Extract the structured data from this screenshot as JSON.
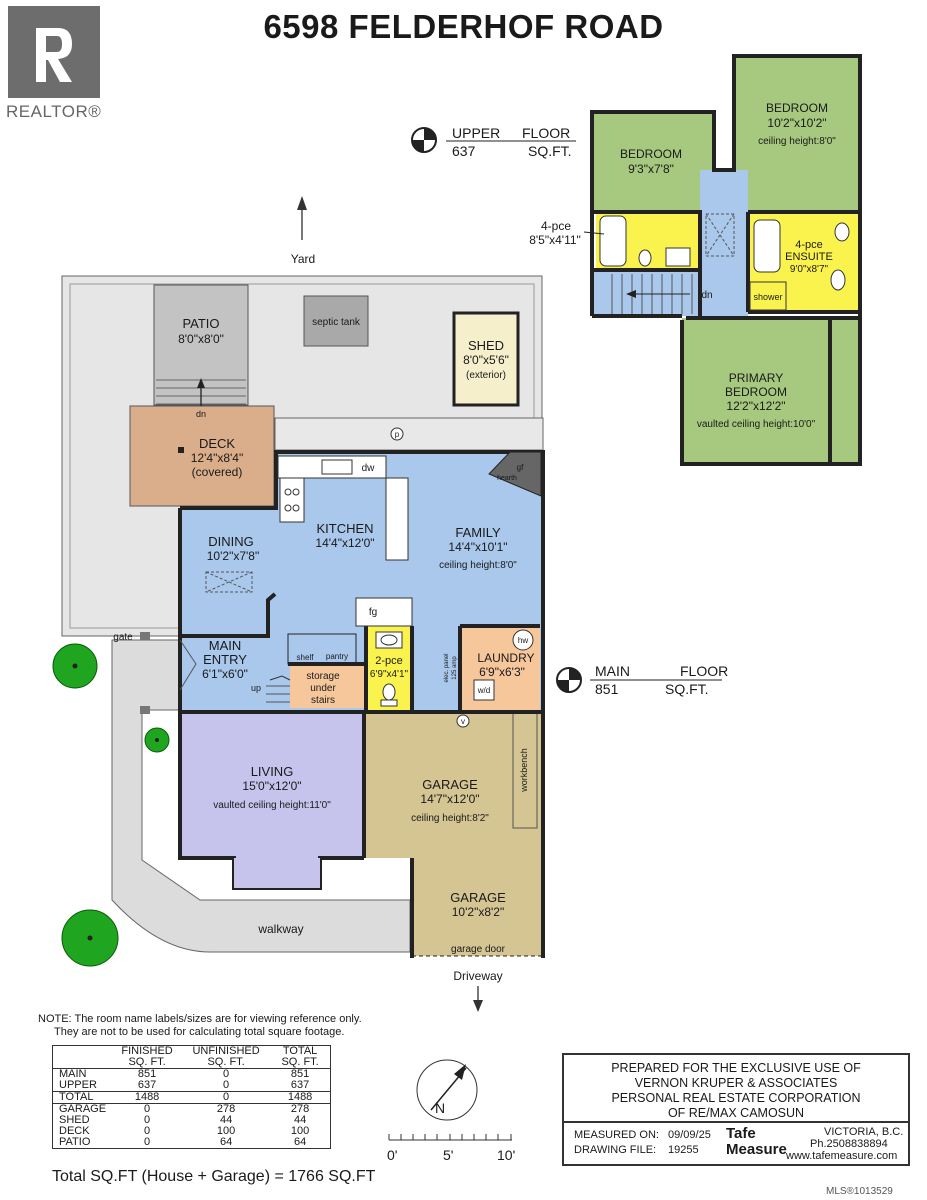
{
  "title": "6598 FELDERHOF ROAD",
  "brand": {
    "logo_text": "REALTOR®"
  },
  "upper_floor": {
    "label_left": "UPPER",
    "label_right": "FLOOR",
    "sqft_value": "637",
    "sqft_unit": "SQ.FT."
  },
  "main_floor": {
    "label_left": "MAIN",
    "label_right": "FLOOR",
    "sqft_value": "851",
    "sqft_unit": "SQ.FT."
  },
  "site": {
    "yard": "Yard",
    "driveway": "Driveway",
    "walkway": "walkway",
    "gate": "gate",
    "septic": "septic tank"
  },
  "rooms": {
    "patio": {
      "name": "PATIO",
      "dim": "8'0\"x8'0\""
    },
    "shed": {
      "name": "SHED",
      "dim": "8'0\"x5'6\"",
      "note": "(exterior)"
    },
    "deck": {
      "name": "DECK",
      "dim": "12'4\"x8'4\"",
      "note": "(covered)"
    },
    "dining": {
      "name": "DINING",
      "dim": "10'2\"x7'8\""
    },
    "kitchen": {
      "name": "KITCHEN",
      "dim": "14'4\"x12'0\""
    },
    "family": {
      "name": "FAMILY",
      "dim": "14'4\"x10'1\"",
      "ceiling": "ceiling height:8'0\""
    },
    "main_entry": {
      "name1": "MAIN",
      "name2": "ENTRY",
      "dim": "6'1\"x6'0\""
    },
    "storage": {
      "l1": "storage",
      "l2": "under",
      "l3": "stairs"
    },
    "bath2": {
      "name": "2-pce",
      "dim": "6'9\"x4'1\""
    },
    "laundry": {
      "name": "LAUNDRY",
      "dim": "6'9\"x6'3\""
    },
    "living": {
      "name": "LIVING",
      "dim": "15'0\"x12'0\"",
      "ceiling": "vaulted ceiling height:11'0\""
    },
    "garage1": {
      "name": "GARAGE",
      "dim": "14'7\"x12'0\"",
      "ceiling": "ceiling height:8'2\""
    },
    "garage2": {
      "name": "GARAGE",
      "dim": "10'2\"x8'2\"",
      "door": "garage door"
    },
    "bedroom_a": {
      "name": "BEDROOM",
      "dim": "9'3\"x7'8\""
    },
    "bedroom_b": {
      "name": "BEDROOM",
      "dim": "10'2\"x10'2\"",
      "ceiling": "ceiling height:8'0\""
    },
    "bath4": {
      "name": "4-pce",
      "dim": "8'5\"x4'11\""
    },
    "ensuite": {
      "name1": "4-pce",
      "name2": "ENSUITE",
      "dim": "9'0\"x8'7\"",
      "shower": "shower"
    },
    "primary": {
      "name1": "PRIMARY",
      "name2": "BEDROOM",
      "dim": "12'2\"x12'2\"",
      "ceiling": "vaulted ceiling height:10'0\""
    }
  },
  "fixtures": {
    "dw": "dw",
    "fg": "fg",
    "shelf": "shelf",
    "pantry": "pantry",
    "up": "up",
    "dn": "dn",
    "hw": "hw",
    "wd": "w/d",
    "v": "v",
    "p": "p",
    "gf": "gf",
    "hearth": "hearth",
    "elec1": "elec. panel",
    "elec2": "125 amp",
    "workbench": "workbench"
  },
  "note": {
    "line1": "NOTE: The room name labels/sizes are for viewing reference only.",
    "line2": "They are not to be used for calculating total square footage."
  },
  "sqft_table": {
    "headers": [
      [
        "",
        "FINISHED",
        "UNFINISHED",
        "TOTAL"
      ],
      [
        "",
        "SQ. FT.",
        "SQ. FT.",
        "SQ. FT."
      ]
    ],
    "rows": [
      [
        "MAIN",
        "851",
        "0",
        "851"
      ],
      [
        "UPPER",
        "637",
        "0",
        "637"
      ],
      [
        "TOTAL",
        "1488",
        "0",
        "1488"
      ],
      [
        "GARAGE",
        "0",
        "278",
        "278"
      ],
      [
        "SHED",
        "0",
        "44",
        "44"
      ],
      [
        "DECK",
        "0",
        "100",
        "100"
      ],
      [
        "PATIO",
        "0",
        "64",
        "64"
      ]
    ]
  },
  "total_line": "Total SQ.FT (House + Garage) = 1766 SQ.FT",
  "scale": {
    "s0": "0'",
    "s5": "5'",
    "s10": "10'"
  },
  "compass": {
    "n": "N"
  },
  "prepared": {
    "l1": "PREPARED FOR THE EXCLUSIVE USE OF",
    "l2": "VERNON KRUPER & ASSOCIATES",
    "l3": "PERSONAL REAL ESTATE CORPORATION",
    "l4": "OF RE/MAX CAMOSUN"
  },
  "measured": {
    "label": "MEASURED ON:",
    "value": "09/09/25",
    "file_label": "DRAWING FILE:",
    "file_value": "19255"
  },
  "company": {
    "name1": "Tafe",
    "name2": "Measure",
    "city": "VICTORIA, B.C.",
    "phone": "Ph.2508838894",
    "web": "www.tafemeasure.com"
  },
  "mls": "MLS®1013529",
  "colors": {
    "green": "#a6c97f",
    "blue": "#a9c8ec",
    "purple": "#c6c4ec",
    "tan": "#d4c592",
    "peach": "#f7c79c",
    "yellow": "#fbf34d",
    "deck": "#dbae8b",
    "grey": "#bdbdbd",
    "shed": "#f6efcc",
    "tree": "#1fa51f"
  }
}
